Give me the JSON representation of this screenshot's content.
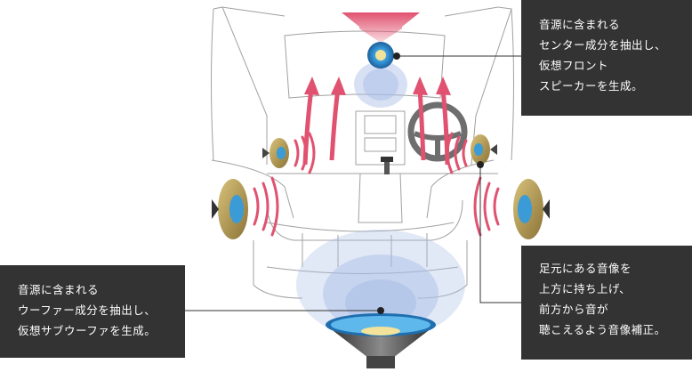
{
  "callouts": {
    "center": {
      "lines": [
        "音源に含まれる",
        "センター成分を抽出し、",
        "仮想フロント",
        "スピーカーを生成。"
      ]
    },
    "front": {
      "lines": [
        "足元にある音像を",
        "上方に持ち上げ、",
        "前方から音が",
        "聴こえるよう音像補正。"
      ]
    },
    "sub": {
      "lines": [
        "音源に含まれる",
        "ウーファー成分を抽出し、",
        "仮想サブウーファを生成。"
      ]
    }
  },
  "colors": {
    "callout_bg": "#333333",
    "callout_text": "#ffffff",
    "sound_arrow": "#e0526f",
    "car_outline": "#9a9a9a",
    "virtual_sound": "#a8bde6",
    "speaker_cone": "#3a9bd6",
    "speaker_center": "#f2e29a"
  },
  "icons": [
    "center-speaker-icon",
    "subwoofer-icon",
    "door-speaker-icon",
    "tweeter-icon",
    "steering-wheel-icon"
  ]
}
